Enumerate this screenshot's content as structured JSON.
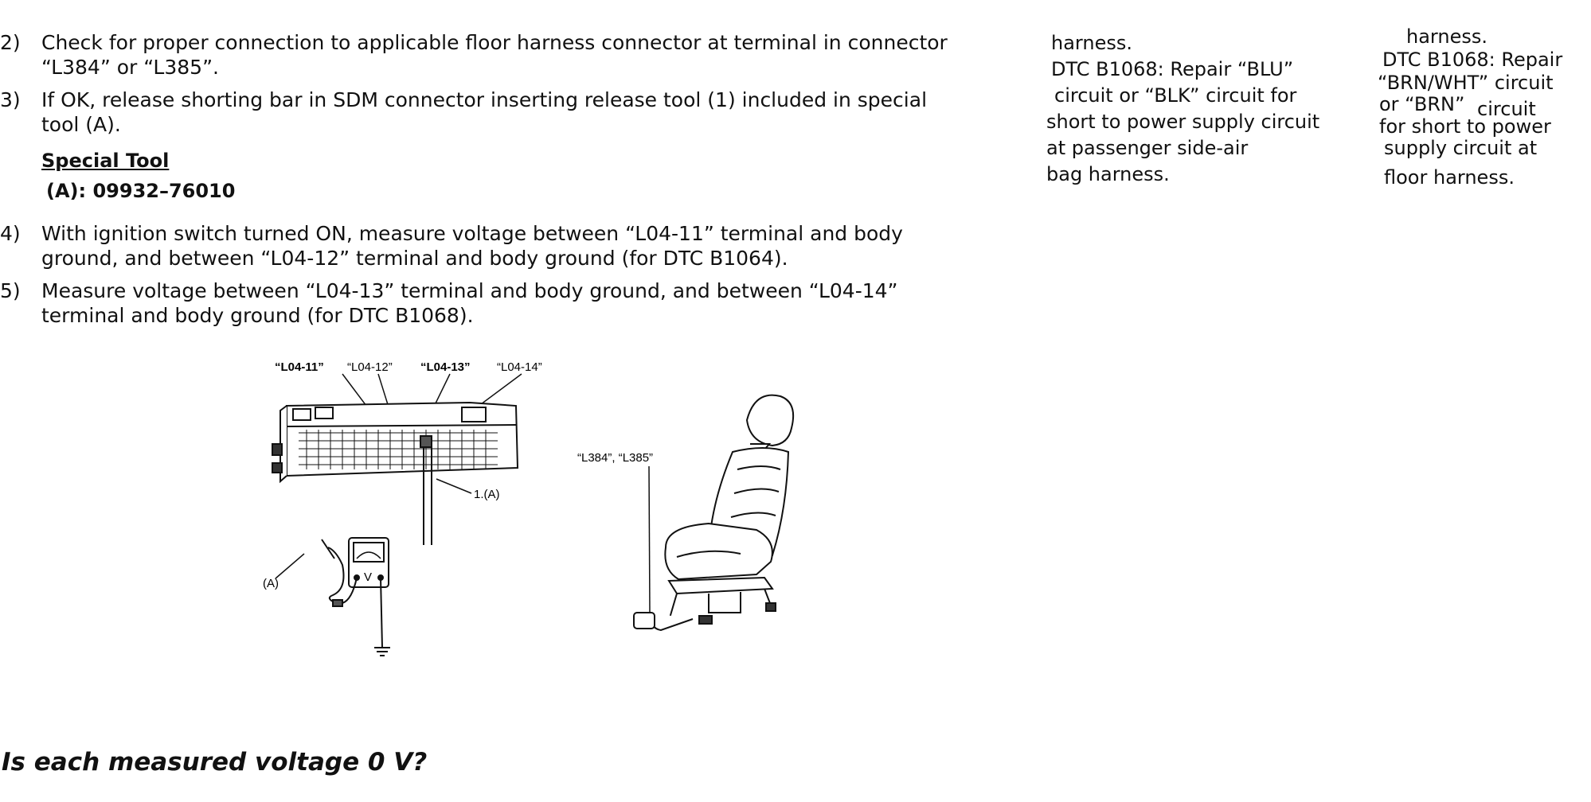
{
  "steps": [
    {
      "num": "2)",
      "lines": [
        "Check for proper connection to applicable floor harness connector at terminal in connector",
        "“L384” or “L385”."
      ]
    },
    {
      "num": "3)",
      "lines": [
        "If OK, release shorting bar in SDM connector inserting release tool (1) included in special",
        "tool (A)."
      ]
    },
    {
      "num": "4)",
      "lines": [
        "With ignition switch turned ON, measure voltage between “L04-11” terminal and body",
        "ground, and between “L04-12” terminal and body ground (for DTC B1064)."
      ]
    },
    {
      "num": "5)",
      "lines": [
        "Measure voltage between “L04-13” terminal and body ground, and between “L04-14”",
        "terminal and body ground (for DTC B1068)."
      ]
    }
  ],
  "special_tool": {
    "heading": "Special Tool",
    "number": "(A): 09932–76010"
  },
  "columns": {
    "col1": [
      "harness.",
      "DTC B1068: Repair “BLU”",
      "circuit or “BLK” circuit for",
      "short to power supply circuit",
      "at passenger side-air",
      "bag harness."
    ],
    "col2": [
      "harness.",
      "DTC B1068: Repair",
      "“BRN/WHT” circuit",
      "or “BRN”",
      "circuit",
      "for short to power",
      "supply circuit at",
      "floor harness."
    ]
  },
  "diagram": {
    "terminal_labels": [
      "“L04-11”",
      "“L04-12”",
      "“L04-13”",
      "“L04-14”"
    ],
    "tool_label": "1.(A)",
    "probe_label": "(A)",
    "meter_symbol": "V",
    "seat_connector_label": "“L384”, “L385”"
  },
  "question": "Is each measured voltage 0 V?"
}
